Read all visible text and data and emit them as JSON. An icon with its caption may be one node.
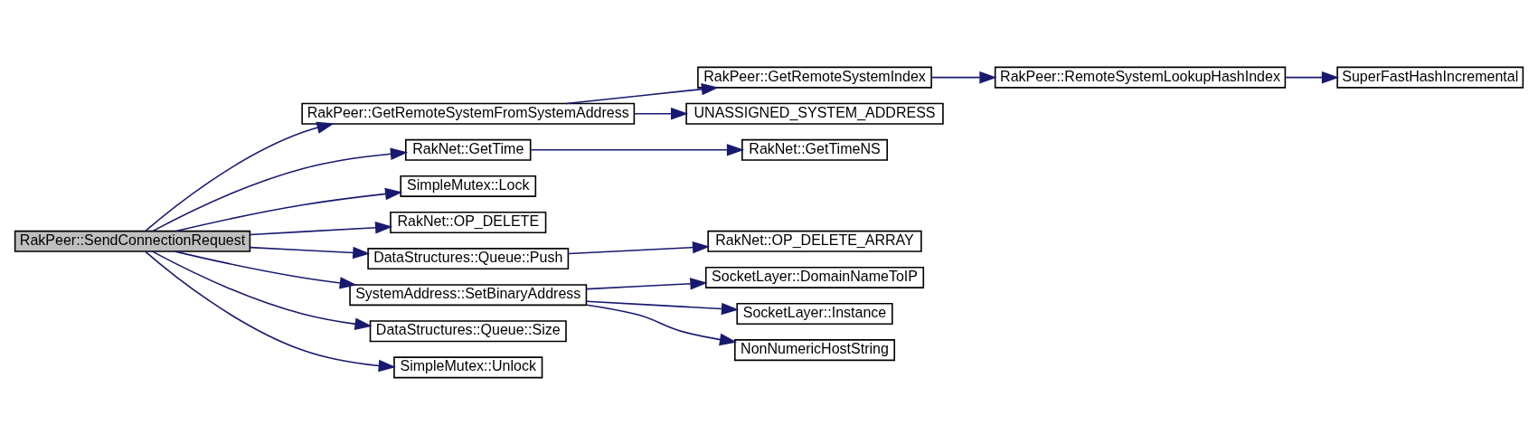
{
  "diagram": {
    "nodes": [
      {
        "text": [
          "RakPeer::SendConnectionRequest"
        ]
      },
      {
        "text": [
          "RakPeer::GetRemoteSystemFromSystemAddress"
        ]
      },
      {
        "text": [
          "RakNet::GetTime"
        ]
      },
      {
        "text": [
          "SimpleMutex::Lock"
        ]
      },
      {
        "text": [
          "RakNet::OP_DELETE"
        ]
      },
      {
        "text": [
          "DataStructures::Queue::Push"
        ]
      },
      {
        "text": [
          "SystemAddress::SetBinaryAddress"
        ]
      },
      {
        "text": [
          "DataStructures::Queue::Size"
        ]
      },
      {
        "text": [
          "SimpleMutex::Unlock"
        ]
      },
      {
        "text": [
          "RakPeer::GetRemoteSystemIndex"
        ]
      },
      {
        "text": [
          "UNASSIGNED_SYSTEM_ADDRESS"
        ]
      },
      {
        "text": [
          "RakNet::GetTimeNS"
        ]
      },
      {
        "text": [
          "RakNet::OP_DELETE_ARRAY"
        ]
      },
      {
        "text": [
          "SocketLayer::DomainNameToIP"
        ]
      },
      {
        "text": [
          "SocketLayer::Instance"
        ]
      },
      {
        "text": [
          "NonNumericHostString"
        ]
      },
      {
        "text": [
          "RakPeer::RemoteSystemLookupHashIndex"
        ]
      },
      {
        "text": [
          "SuperFastHashIncremental"
        ]
      }
    ],
    "edges": [
      {
        "from": 0,
        "to": 1,
        "arrow": "to"
      },
      {
        "from": 0,
        "to": 2,
        "arrow": "to"
      },
      {
        "from": 0,
        "to": 3,
        "arrow": "to"
      },
      {
        "from": 0,
        "to": 4,
        "arrow": "to"
      },
      {
        "from": 0,
        "to": 5,
        "arrow": "to"
      },
      {
        "from": 0,
        "to": 6,
        "arrow": "to"
      },
      {
        "from": 0,
        "to": 7,
        "arrow": "to"
      },
      {
        "from": 0,
        "to": 8,
        "arrow": "to"
      },
      {
        "from": 1,
        "to": 9,
        "arrow": "to"
      },
      {
        "from": 1,
        "to": 10,
        "arrow": "to"
      },
      {
        "from": 2,
        "to": 11,
        "arrow": "to"
      },
      {
        "from": 5,
        "to": 12,
        "arrow": "to"
      },
      {
        "from": 6,
        "to": 13,
        "arrow": "to"
      },
      {
        "from": 6,
        "to": 14,
        "arrow": "to"
      },
      {
        "from": 6,
        "to": 15,
        "arrow": "to"
      },
      {
        "from": 9,
        "to": 16,
        "arrow": "to"
      },
      {
        "from": 16,
        "to": 17,
        "arrow": "to"
      }
    ]
  }
}
